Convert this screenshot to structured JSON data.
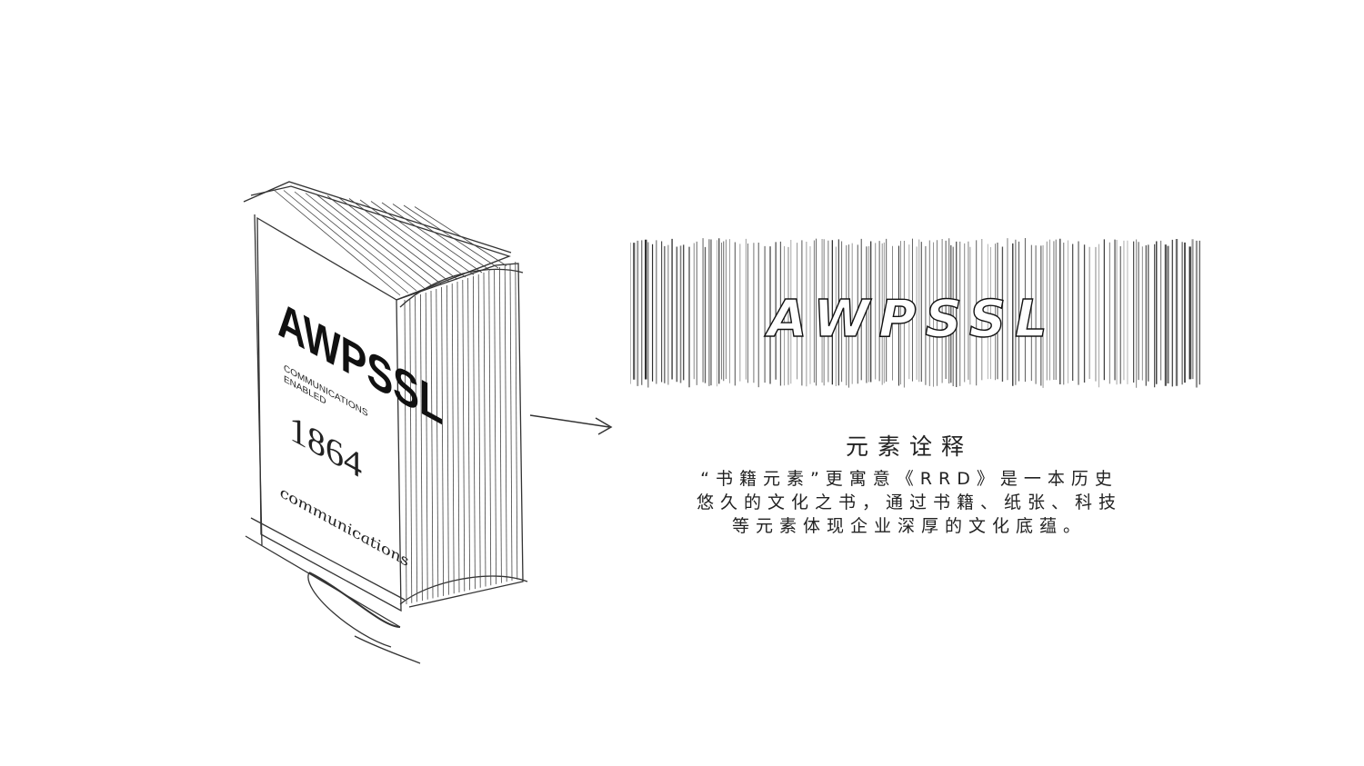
{
  "book": {
    "brand": "AWPSSL",
    "tagline_line1": "COMMUNICATIONS",
    "tagline_line2": "ENABLED",
    "year": "1864",
    "signature": "communications"
  },
  "banner": {
    "logo_text": "AWPSSL"
  },
  "description": {
    "title": "元素诠释",
    "lines": [
      "“书籍元素”更寓意《RRD》是一本历史",
      "悠久的文化之书，通过书籍、纸张、科技",
      "等元素体现企业深厚的文化底蕴。"
    ]
  },
  "colors": {
    "ink": "#222222",
    "background": "#ffffff"
  }
}
